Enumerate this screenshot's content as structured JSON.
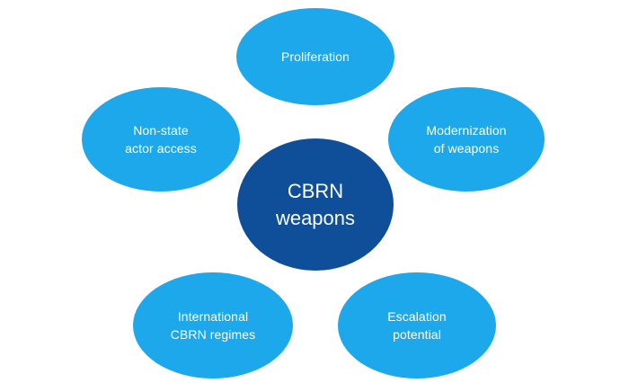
{
  "colors": {
    "outer_fill": "#1ea8ec",
    "center_fill": "#0f4f9a",
    "text": "#ffffff",
    "background": "#ffffff"
  },
  "diagram": {
    "center": {
      "label": "CBRN\nweapons"
    },
    "nodes": [
      {
        "id": "proliferation",
        "label": "Proliferation"
      },
      {
        "id": "non-state-actor-access",
        "label": "Non-state\nactor access"
      },
      {
        "id": "modernization-of-weapons",
        "label": "Modernization\nof weapons"
      },
      {
        "id": "international-cbrn-regimes",
        "label": "International\nCBRN regimes"
      },
      {
        "id": "escalation-potential",
        "label": "Escalation\npotential"
      }
    ]
  }
}
